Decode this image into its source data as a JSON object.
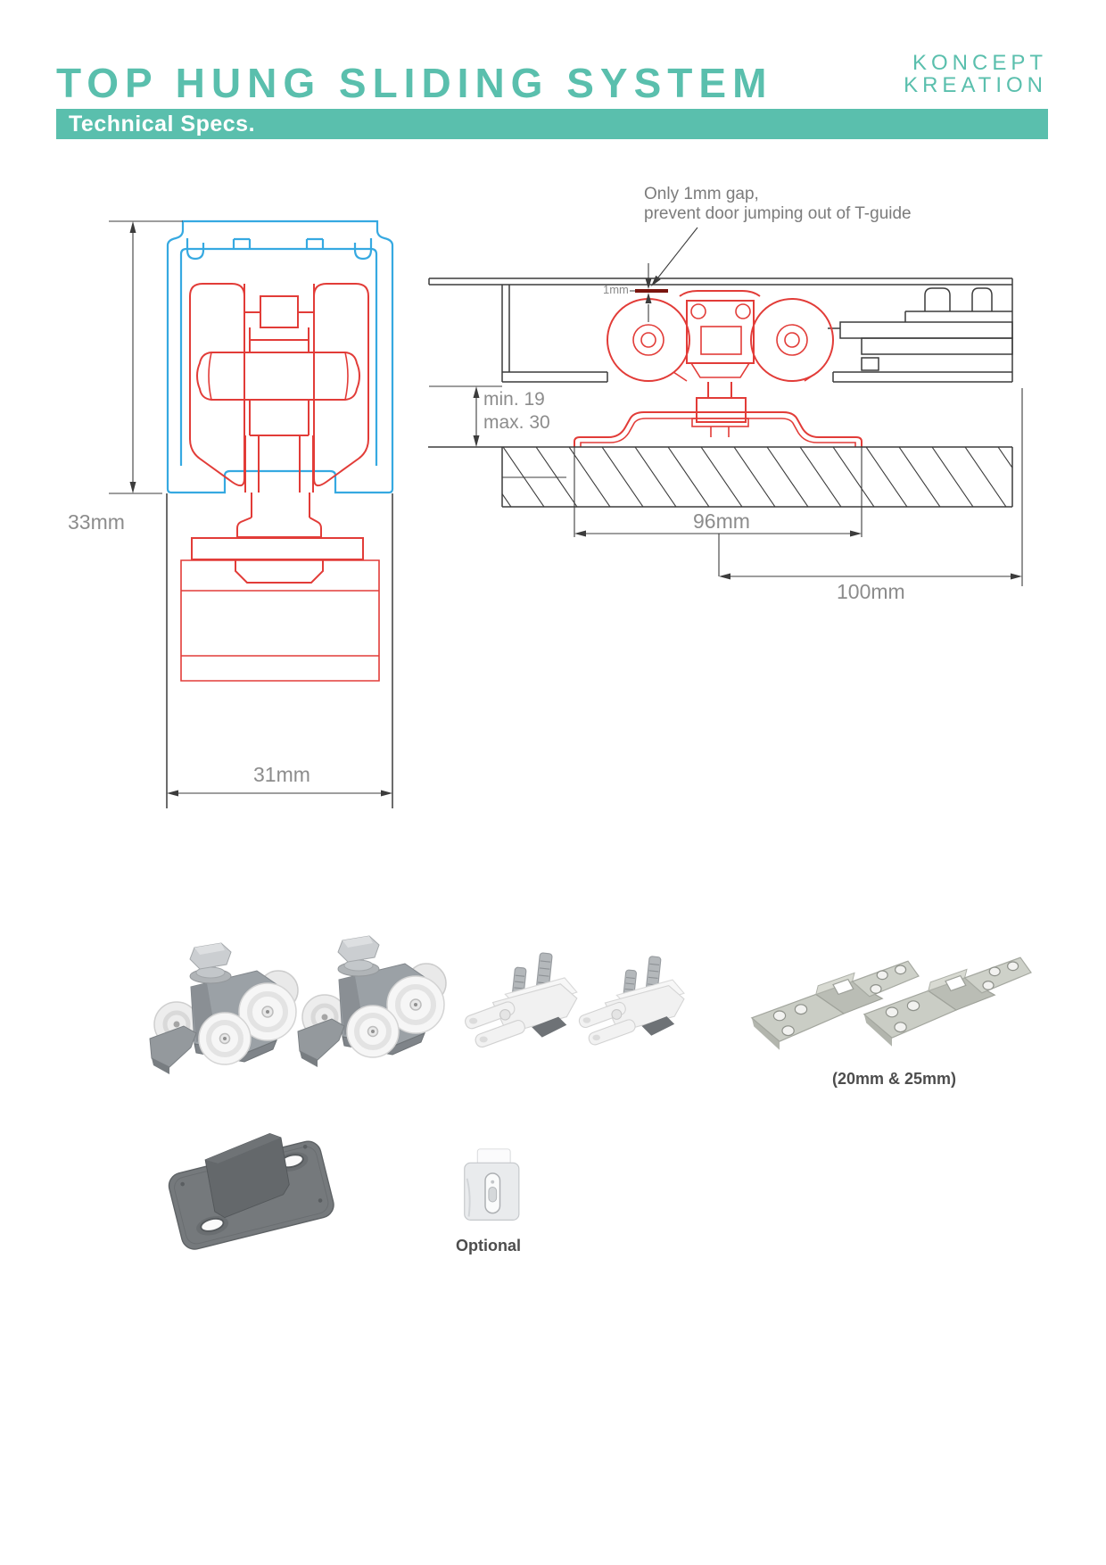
{
  "header": {
    "title": "TOP HUNG SLIDING SYSTEM",
    "brand_line1": "KONCEPT",
    "brand_line2": "KREATION",
    "banner": "Technical Specs."
  },
  "cross_section": {
    "height_dim": "33mm",
    "width_dim": "31mm"
  },
  "side_view": {
    "note_line1": "Only 1mm gap,",
    "note_line2": "prevent door jumping out of T-guide",
    "gap_dim": "1mm",
    "drop_min": "min. 19",
    "drop_max": "max. 30",
    "bracket_dim": "96mm",
    "overall_dim": "100mm"
  },
  "parts": {
    "bracket_sizes_note": "(20mm & 25mm)",
    "optional_note": "Optional"
  },
  "colors": {
    "accent_teal": "#5abfad",
    "diagram_red": "#e23c38",
    "diagram_blue": "#36a9e1"
  }
}
